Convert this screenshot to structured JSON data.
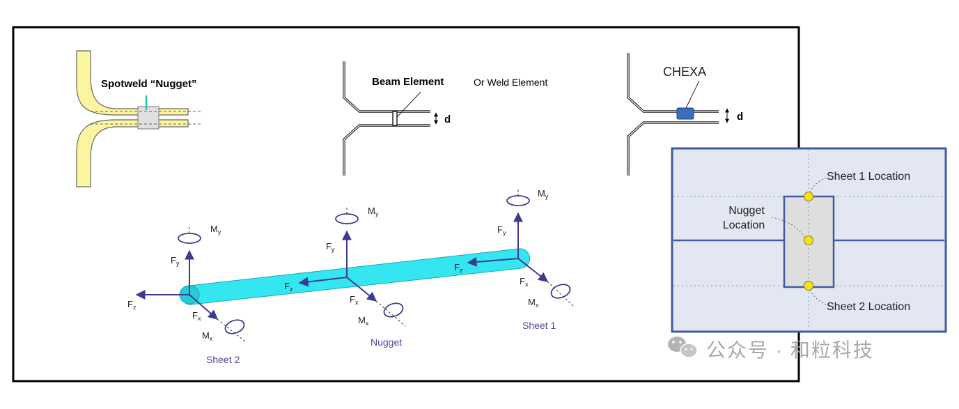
{
  "top_diagrams": {
    "spotweld": {
      "label": "Spotweld “Nugget”"
    },
    "beam": {
      "label": "Beam Element",
      "sublabel": "Or Weld Element",
      "dim": "d"
    },
    "chexa": {
      "label": "CHEXA",
      "dim": "d"
    }
  },
  "beam_model": {
    "forces": {
      "left": {
        "my": "M",
        "my_sub": "y",
        "fy": "F",
        "fy_sub": "y",
        "fz": "F",
        "fz_sub": "z",
        "fx": "F",
        "fx_sub": "x",
        "mx": "M",
        "mx_sub": "x"
      },
      "middle": {
        "my": "M",
        "my_sub": "y",
        "fy": "F",
        "fy_sub": "y",
        "fz": "F",
        "fz_sub": "z",
        "fx": "F",
        "fx_sub": "x",
        "mx": "M",
        "mx_sub": "x"
      },
      "right": {
        "my": "M",
        "my_sub": "y",
        "fy": "F",
        "fy_sub": "y",
        "fz": "F",
        "fz_sub": "z",
        "fx": "F",
        "fx_sub": "x",
        "mx": "M",
        "mx_sub": "x"
      }
    },
    "sheet2_label": "Sheet 2",
    "nugget_label": "Nugget",
    "sheet1_label": "Sheet 1"
  },
  "inset": {
    "sheet1_location": "Sheet 1 Location",
    "nugget_location_line1": "Nugget",
    "nugget_location_line2": "Location",
    "sheet2_location": "Sheet 2 Location"
  },
  "watermark": {
    "text": "公众号 · 和粒科技"
  },
  "colors": {
    "beam_cyan": "#33e6f0",
    "force_arrow": "#3b3b8f",
    "weld_yellow": "#fbf5a0",
    "chexa_blue": "#3a6fbf",
    "inset_bg": "#e3e7f2",
    "inset_border": "#3f5aa0",
    "point_yellow": "#f5e21a"
  }
}
